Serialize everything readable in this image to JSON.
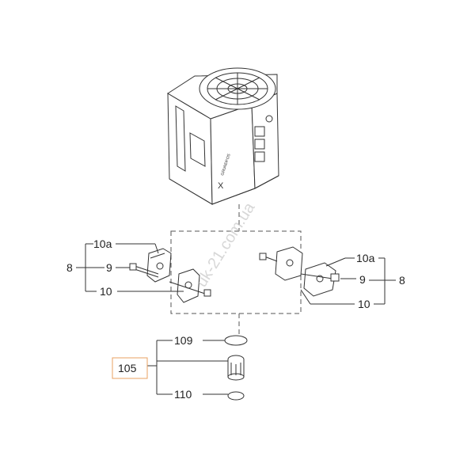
{
  "watermark": "uk-21.com.ua",
  "motor": {
    "brand_text": "GRUNDFOS",
    "logo_text": "X"
  },
  "labels": {
    "left_10a": "10a",
    "left_9": "9",
    "left_8": "8",
    "left_10": "10",
    "right_10a": "10a",
    "right_9": "9",
    "right_8": "8",
    "right_10": "10",
    "oring_top": "109",
    "insert": "105",
    "oring_bottom": "110"
  },
  "colors": {
    "highlight_box": "#e8a060",
    "lines": "#333333"
  }
}
